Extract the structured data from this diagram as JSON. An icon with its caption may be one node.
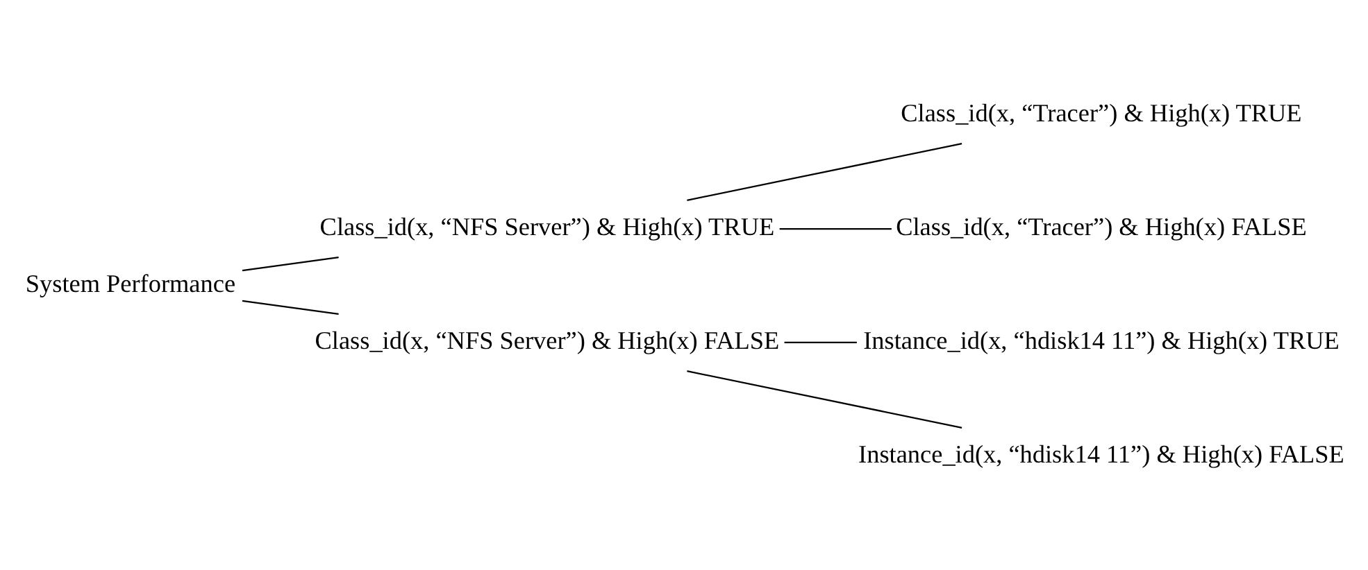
{
  "diagram": {
    "nodes": [
      {
        "text": [
          "System Performance"
        ]
      },
      {
        "text": [
          "Class_id(x, “NFS Server”) & High(x) TRUE"
        ]
      },
      {
        "text": [
          "Class_id(x, “NFS Server”) & High(x) FALSE"
        ]
      },
      {
        "text": [
          "Class_id(x, “Tracer”) & High(x) TRUE"
        ]
      },
      {
        "text": [
          "Class_id(x, “Tracer”) & High(x) FALSE"
        ]
      },
      {
        "text": [
          "Instance_id(x, “hdisk14 11”) & High(x) TRUE"
        ]
      },
      {
        "text": [
          "Instance_id(x, “hdisk14 11”) & High(x) FALSE"
        ]
      }
    ],
    "edges": [
      {
        "from": 0,
        "to": 1,
        "arrow": "none"
      },
      {
        "from": 0,
        "to": 2,
        "arrow": "none"
      },
      {
        "from": 1,
        "to": 3,
        "arrow": "none"
      },
      {
        "from": 1,
        "to": 4,
        "arrow": "none"
      },
      {
        "from": 2,
        "to": 5,
        "arrow": "none"
      },
      {
        "from": 2,
        "to": 6,
        "arrow": "none"
      }
    ]
  }
}
